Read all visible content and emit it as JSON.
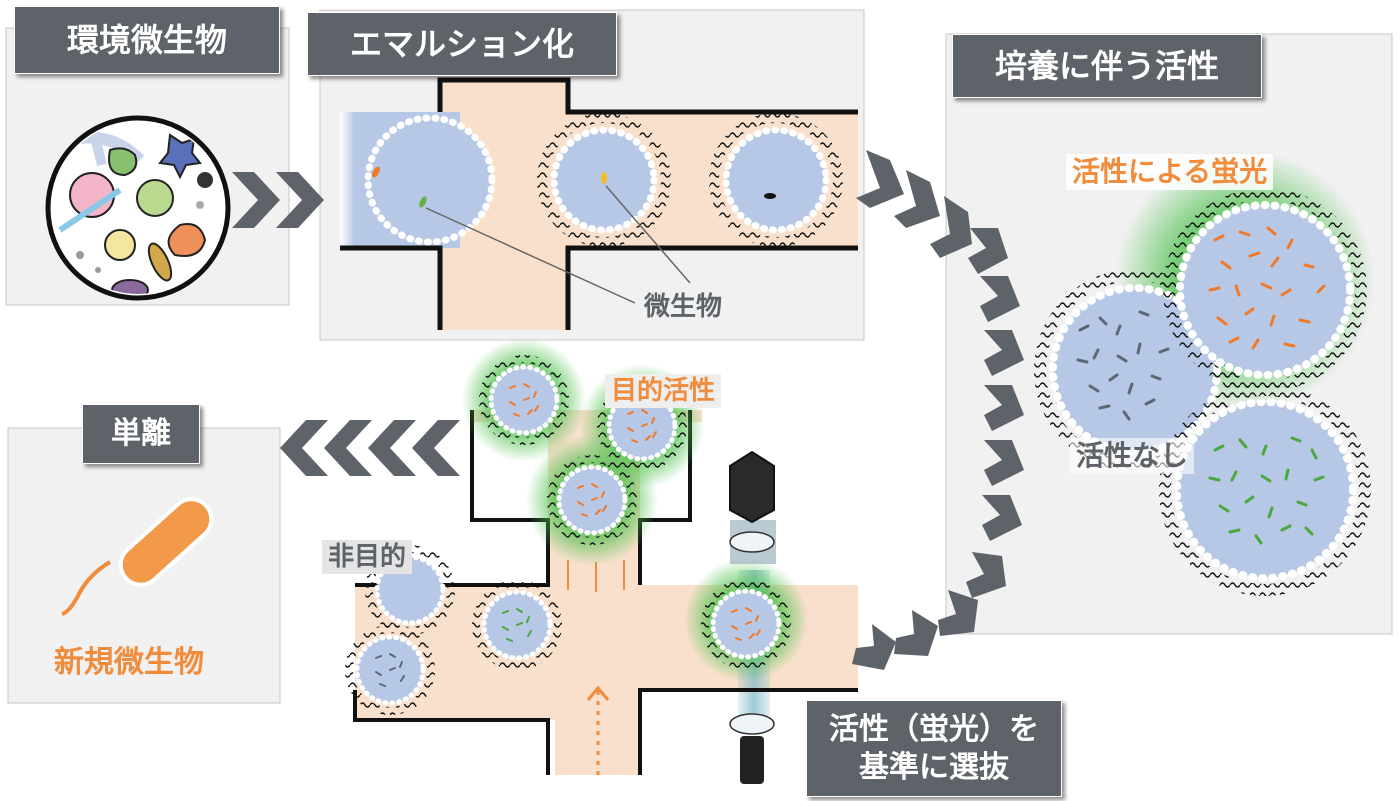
{
  "steps": {
    "environment": "環境微生物",
    "emulsion": "エマルション化",
    "culture": "培養に伴う活性",
    "isolation": "単離",
    "selection_line1": "活性（蛍光）を",
    "selection_line2": "基準に選抜"
  },
  "annotations": {
    "microbe": "微生物",
    "fluorescence_by_activity": "活性による蛍光",
    "no_activity": "活性なし",
    "target_activity": "目的活性",
    "non_target": "非目的",
    "new_microbe": "新規微生物"
  },
  "colors": {
    "label_bg": "#5e6369",
    "accent_orange": "#f08c3c",
    "droplet_blue": "#b4c8e8",
    "channel_peach": "#f8e0cc",
    "glow_green": "#5fc35f",
    "arrow_gray": "#5e6369"
  }
}
